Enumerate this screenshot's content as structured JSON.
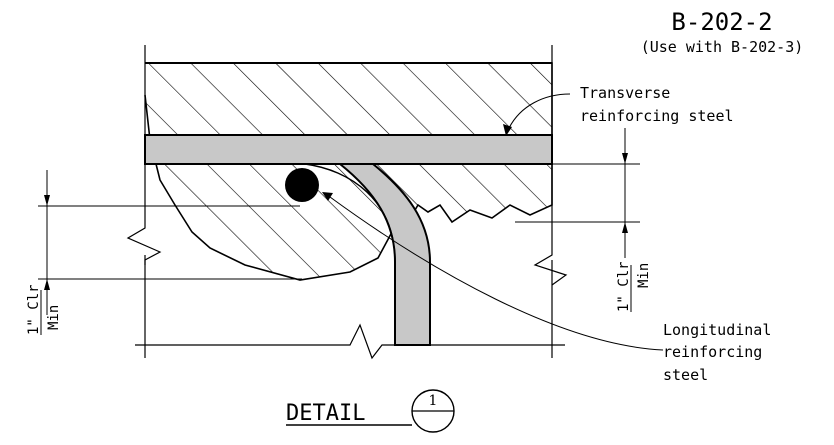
{
  "sheet": {
    "id": "B-202-2",
    "note": "(Use with B-202-3)"
  },
  "labels": {
    "transverse_line1": "Transverse",
    "transverse_line2": "reinforcing steel",
    "longitudinal_line1": "Longitudinal",
    "longitudinal_line2": "reinforcing",
    "longitudinal_line3": "steel",
    "clearance_left_top": "1\" Clr",
    "clearance_left_bottom": "Min",
    "clearance_right_top": "1\" Clr",
    "clearance_right_bottom": "Min"
  },
  "detail": {
    "label": "DETAIL",
    "number": "1"
  },
  "colors": {
    "line": "#000000",
    "steel_fill": "#c8c8c8",
    "background": "#ffffff"
  }
}
